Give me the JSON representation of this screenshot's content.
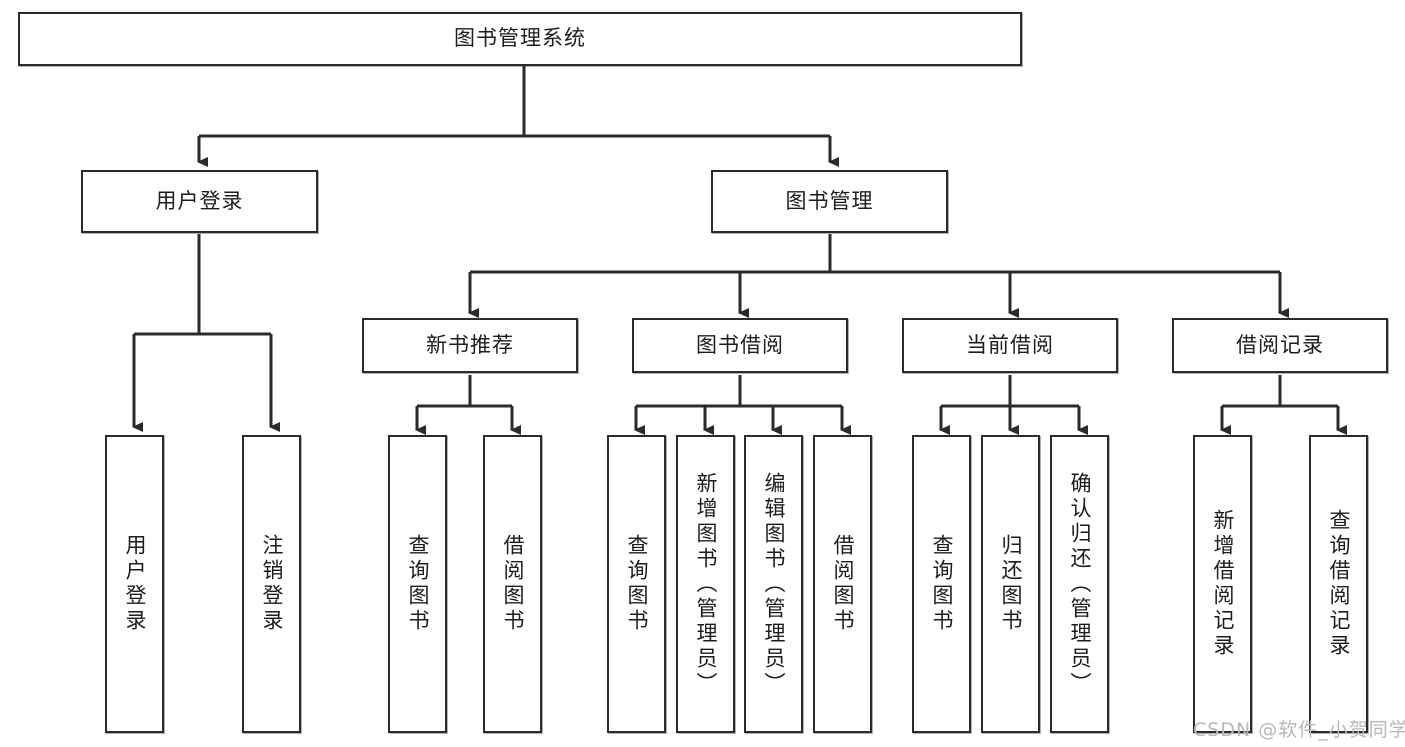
{
  "diagram": {
    "title": "图书管理系统",
    "type": "功能结构图",
    "root": {
      "id": "root",
      "label": "图书管理系统"
    },
    "level2": [
      {
        "id": "user-login",
        "label": "用户登录"
      },
      {
        "id": "book-admin",
        "label": "图书管理"
      }
    ],
    "level3": [
      {
        "id": "new-book-rec",
        "label": "新书推荐",
        "parent": "book-admin"
      },
      {
        "id": "book-borrow",
        "label": "图书借阅",
        "parent": "book-admin"
      },
      {
        "id": "current-borrow",
        "label": "当前借阅",
        "parent": "book-admin"
      },
      {
        "id": "borrow-record",
        "label": "借阅记录",
        "parent": "book-admin"
      }
    ],
    "leaves": [
      {
        "id": "leaf-user-login",
        "label": "用户登录",
        "parent": "user-login"
      },
      {
        "id": "leaf-user-logout",
        "label": "注销登录",
        "parent": "user-login"
      },
      {
        "id": "leaf-rec-query",
        "label": "查询图书",
        "parent": "new-book-rec"
      },
      {
        "id": "leaf-rec-borrow",
        "label": "借阅图书",
        "parent": "new-book-rec"
      },
      {
        "id": "leaf-borrow-query",
        "label": "查询图书",
        "parent": "book-borrow"
      },
      {
        "id": "leaf-borrow-add",
        "label": "新增图书（管理员）",
        "parent": "book-borrow"
      },
      {
        "id": "leaf-borrow-edit",
        "label": "编辑图书（管理员）",
        "parent": "book-borrow"
      },
      {
        "id": "leaf-borrow-do",
        "label": "借阅图书",
        "parent": "book-borrow"
      },
      {
        "id": "leaf-cur-query",
        "label": "查询图书",
        "parent": "current-borrow"
      },
      {
        "id": "leaf-cur-return",
        "label": "归还图书",
        "parent": "current-borrow"
      },
      {
        "id": "leaf-cur-confirm",
        "label": "确认归还（管理员）",
        "parent": "current-borrow"
      },
      {
        "id": "leaf-rec-add",
        "label": "新增借阅记录",
        "parent": "borrow-record"
      },
      {
        "id": "leaf-rec-search",
        "label": "查询借阅记录",
        "parent": "borrow-record"
      }
    ],
    "watermark": "CSDN @软件_小贺同学",
    "colors": {
      "stroke": "#2b2b2b",
      "fill": "#ffffff",
      "text": "#1d1d1d",
      "watermark": "#b8b8b8"
    }
  }
}
